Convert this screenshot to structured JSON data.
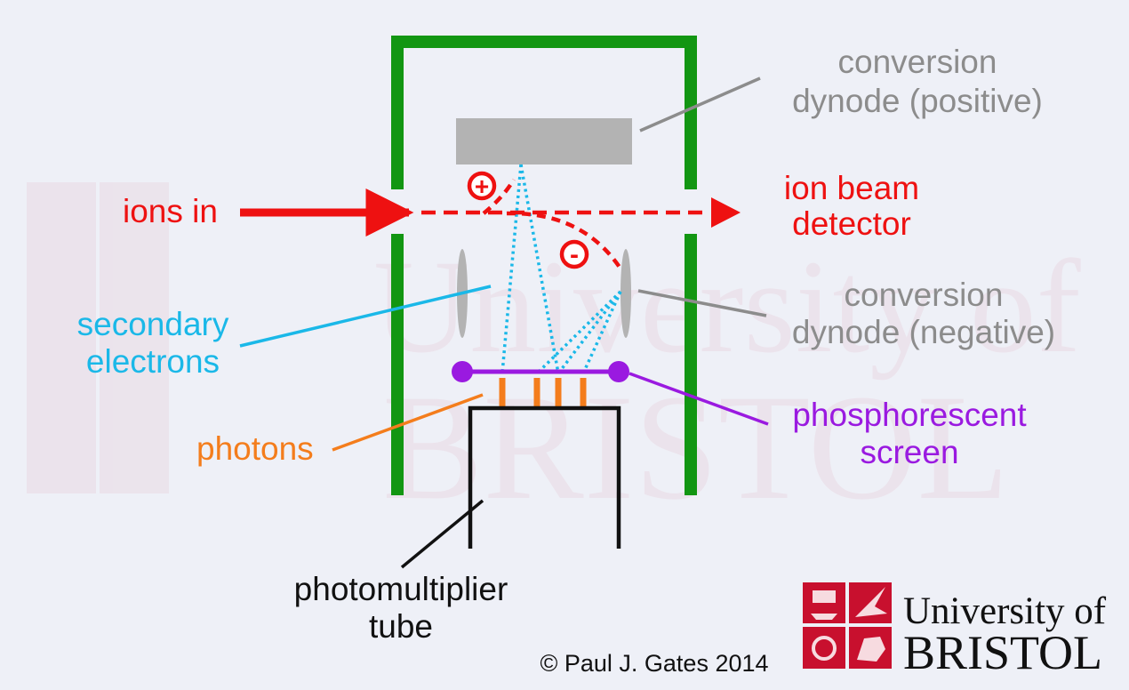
{
  "labels": {
    "conversion_dynode_positive": [
      "conversion",
      "dynode (positive)"
    ],
    "ions_in": "ions in",
    "ion_beam_detector": [
      "ion beam",
      "detector"
    ],
    "conversion_dynode_negative": [
      "conversion",
      "dynode (negative)"
    ],
    "secondary_electrons": [
      "secondary",
      "electrons"
    ],
    "photons": "photons",
    "phosphorescent_screen": [
      "phosphorescent",
      "screen"
    ],
    "photomultiplier_tube": [
      "photomultiplier",
      "tube"
    ]
  },
  "charges": {
    "positive": "+",
    "negative": "-"
  },
  "watermark": {
    "line1": "University of",
    "line2": "BRISTOL"
  },
  "logo": {
    "line1": "University of",
    "line2": "BRISTOL"
  },
  "copyright": "© Paul J. Gates 2014",
  "colors": {
    "background": "#eef0f7",
    "housing": "#129612",
    "dynode": "#b3b3b3",
    "dynode_label": "#8c8c8c",
    "ion_beam": "#ee1111",
    "electrons": "#1ab8e8",
    "photons": "#f47d1c",
    "screen": "#9a1ae0",
    "photomultiplier": "#111111",
    "logo_red": "#c8102e"
  }
}
